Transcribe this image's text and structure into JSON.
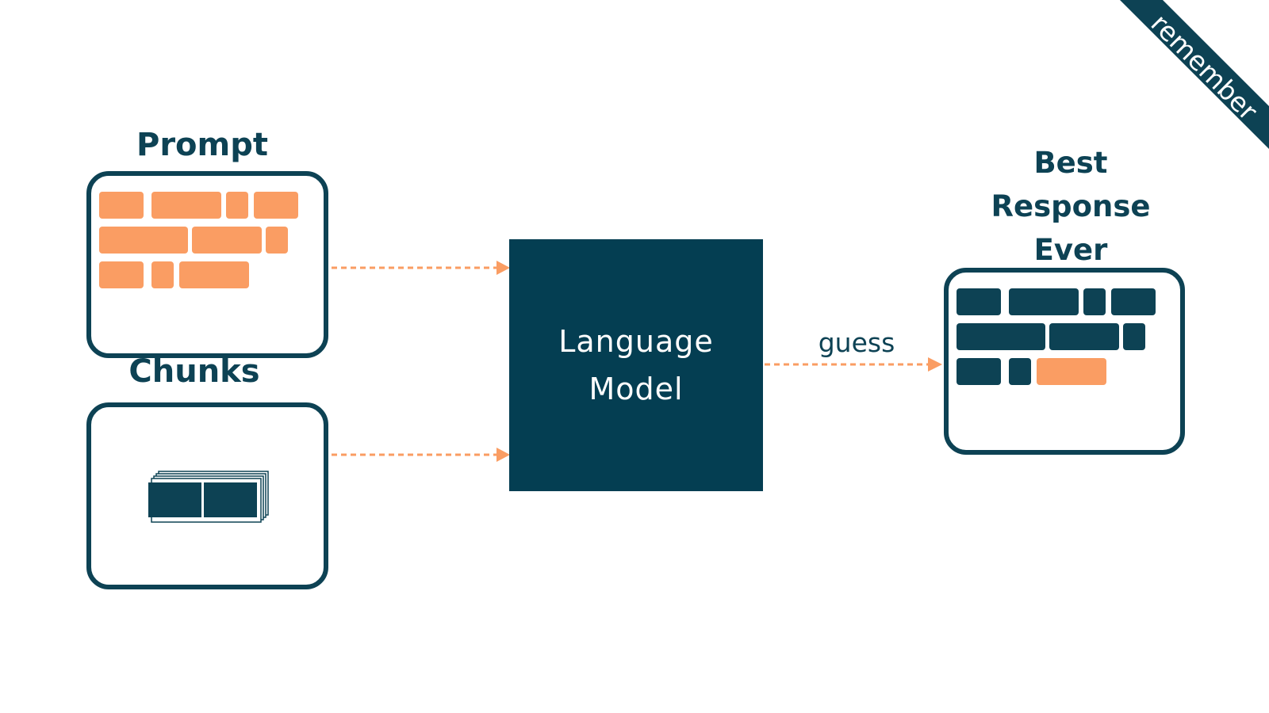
{
  "prompt": {
    "title": "Prompt"
  },
  "chunks": {
    "title": "Chunks"
  },
  "model": {
    "line1": "Language",
    "line2": "Model"
  },
  "edge": {
    "guess": "guess"
  },
  "response": {
    "line1": "Best",
    "line2": "Response",
    "line3": "Ever"
  },
  "ribbon": {
    "label": "remember"
  },
  "colors": {
    "navy": "#0d4254",
    "model_fill": "#043e52",
    "accent_orange": "#fa9d63"
  }
}
